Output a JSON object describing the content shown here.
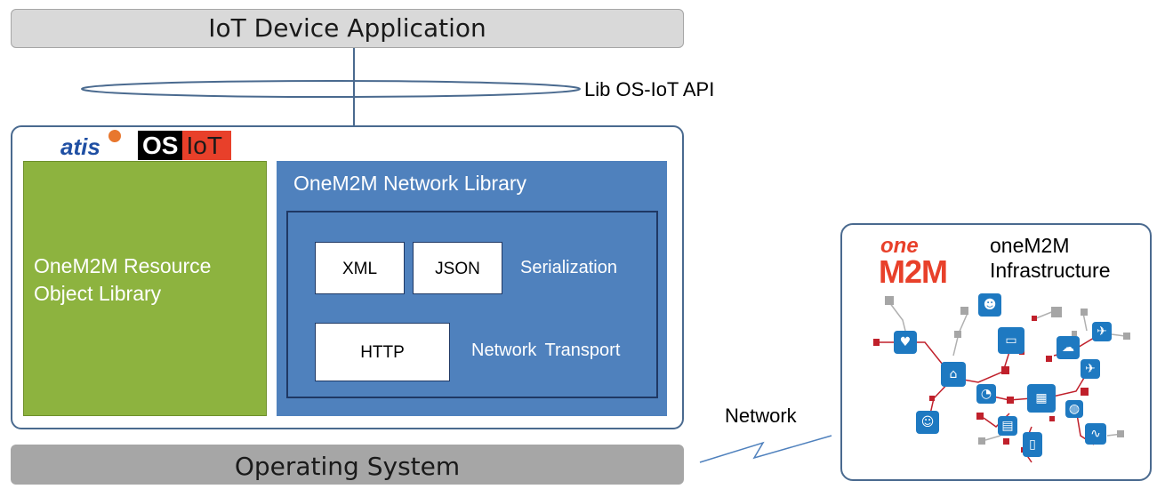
{
  "top_bar": {
    "label": "IoT Device Application"
  },
  "api": {
    "label": "Lib OS-IoT API"
  },
  "logos": {
    "atis": "atis",
    "osiot_os": "OS",
    "osiot_iot": "IoT",
    "onem2m_one": "one",
    "onem2m_m2m": "M2M"
  },
  "resource_library": {
    "label_line1": "OneM2M Resource",
    "label_line2": "Object Library"
  },
  "network_library": {
    "title": "OneM2M Network Library",
    "xml": "XML",
    "json": "JSON",
    "http": "HTTP",
    "serialization": "Serialization",
    "transport": "Network Transport"
  },
  "network": {
    "label": "Network"
  },
  "infrastructure": {
    "title_line1": "oneM2M",
    "title_line2": "Infrastructure"
  },
  "os_bar": {
    "label": "Operating System"
  },
  "colors": {
    "green": "#8db33f",
    "blue": "#4f81bd",
    "red": "#c0202b",
    "icon_blue": "#1e79c1"
  },
  "icons": [
    "heart-icon",
    "home-icon",
    "monitor-icon",
    "people-icon",
    "cloud-icon",
    "plane-icon",
    "rss-icon",
    "factory-icon",
    "globe-icon",
    "person-icon",
    "basket-icon",
    "phone-icon",
    "pulse-icon"
  ]
}
